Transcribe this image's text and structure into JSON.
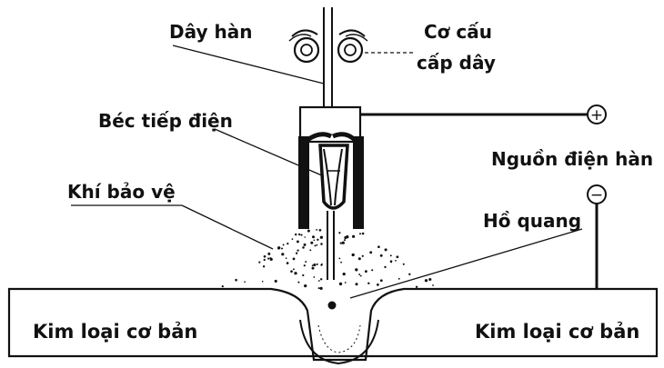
{
  "labels": {
    "wire": "Dây hàn",
    "feeder_line1": "Cơ cấu",
    "feeder_line2": "cấp dây",
    "contact_tip": "Béc tiếp điện",
    "power_source": "Nguồn điện hàn",
    "shield_gas": "Khí bảo vệ",
    "arc": "Hồ quang",
    "base_metal_left": "Kim loại cơ bản",
    "base_metal_right": "Kim loại cơ bản",
    "plus_symbol": "+",
    "minus_symbol": "−"
  },
  "colors": {
    "ink": "#111111",
    "background": "#ffffff"
  }
}
